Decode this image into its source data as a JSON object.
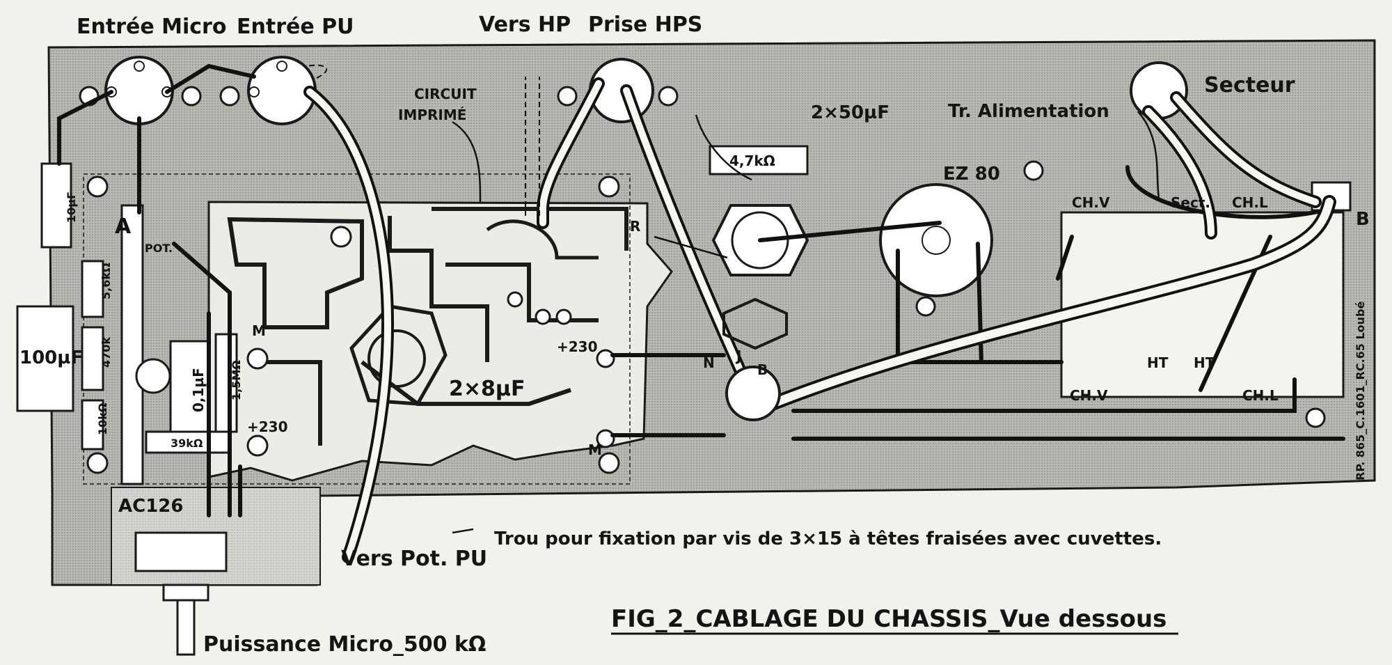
{
  "labels": {
    "entree_micro": "Entrée Micro",
    "entree_pu": "Entrée PU",
    "vers_hp": "Vers HP",
    "prise_hps": "Prise HPS",
    "circuit_line1": "CIRCUIT",
    "circuit_line2": "IMPRIMÉ",
    "cap_2x50": "2×50µF",
    "res_4k7": "4,7kΩ",
    "tr_alim": "Tr. Alimentation",
    "secteur": "Secteur",
    "ez80": "EZ 80",
    "cap_10u": "10µF",
    "cap_100u": "100µF",
    "res_5k6": "5,6kΩ",
    "res_470k": "470k",
    "res_10k": "10kΩ",
    "cap_0u1": "0,1µF",
    "res_1m5": "1,5MΩ",
    "res_39k": "39kΩ",
    "cap_2x8": "2×8µF",
    "v230_a": "+230",
    "v230_b": "+230",
    "pot": "POT.",
    "letter_A": "A",
    "letter_R": "R",
    "letter_M1": "M",
    "letter_M2": "M",
    "letter_B": "B",
    "letter_N": "N",
    "letter_J": "J",
    "letter_Bsmall": "B",
    "chv_top": "CH.V",
    "sect": "Sect.",
    "chl_top": "CH.L",
    "ht1": "HT",
    "ht2": "HT",
    "chv_bot": "CH.V",
    "chl_bot": "CH.L",
    "ac126": "AC126",
    "vers_pot_pu": "Vers Pot. PU",
    "trou_note": "Trou pour fixation par vis de 3×15 à têtes fraisées avec cuvettes.",
    "puissance_micro": "Puissance Micro_500 kΩ",
    "fig_caption": "FIG_2_CABLAGE DU CHASSIS_Vue dessous",
    "vertical_ref": "RP. 865_C.1601_RC.65 Loubé"
  }
}
